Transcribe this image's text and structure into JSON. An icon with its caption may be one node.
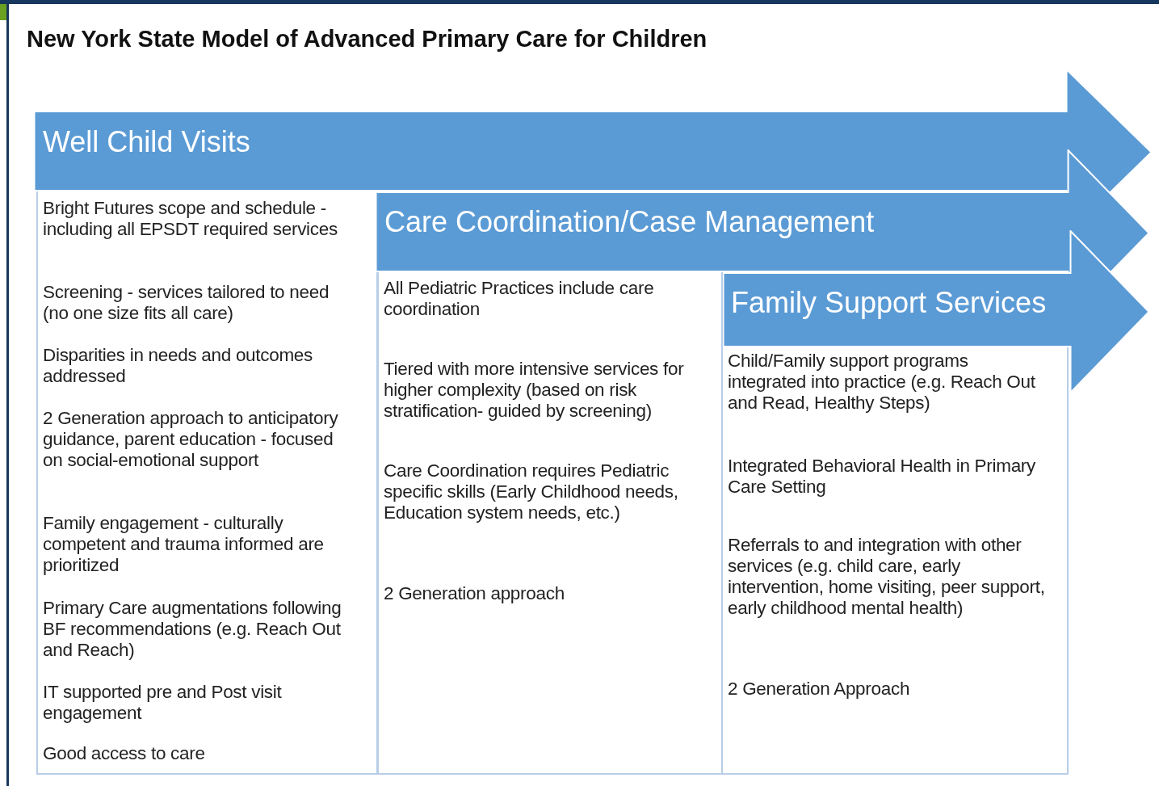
{
  "diagram": {
    "title": "New York State Model of Advanced Primary Care for Children",
    "nodes": [
      {
        "text": [
          "Well Child Visits"
        ]
      },
      {
        "text": [
          "Bright Futures scope and schedule - including all EPSDT required services",
          "Screening - services tailored to need (no one size fits all care)",
          "Disparities in needs and outcomes addressed",
          "2 Generation approach to anticipatory guidance, parent education - focused on social-emotional support",
          "Family engagement - culturally competent and trauma informed are prioritized",
          "Primary Care augmentations following BF recommendations (e.g. Reach Out and Reach)",
          "IT supported pre and Post visit engagement",
          "Good access to care"
        ]
      },
      {
        "text": [
          "Care Coordination/Case Management"
        ]
      },
      {
        "text": [
          "All Pediatric Practices include care coordination",
          "Tiered with more intensive services for higher complexity (based on risk stratification- guided by screening)",
          "Care Coordination requires Pediatric specific skills (Early Childhood needs, Education system needs, etc.)",
          "2 Generation approach"
        ]
      },
      {
        "text": [
          "Family Support Services"
        ]
      },
      {
        "text": [
          "Child/Family support programs integrated into practice (e.g. Reach Out and Read, Healthy Steps)",
          "Integrated Behavioral Health in Primary Care Setting",
          "Referrals to and integration with other services (e.g. child care, early intervention, home visiting, peer support, early childhood mental health)",
          "2 Generation Approach"
        ]
      }
    ],
    "edges": []
  }
}
